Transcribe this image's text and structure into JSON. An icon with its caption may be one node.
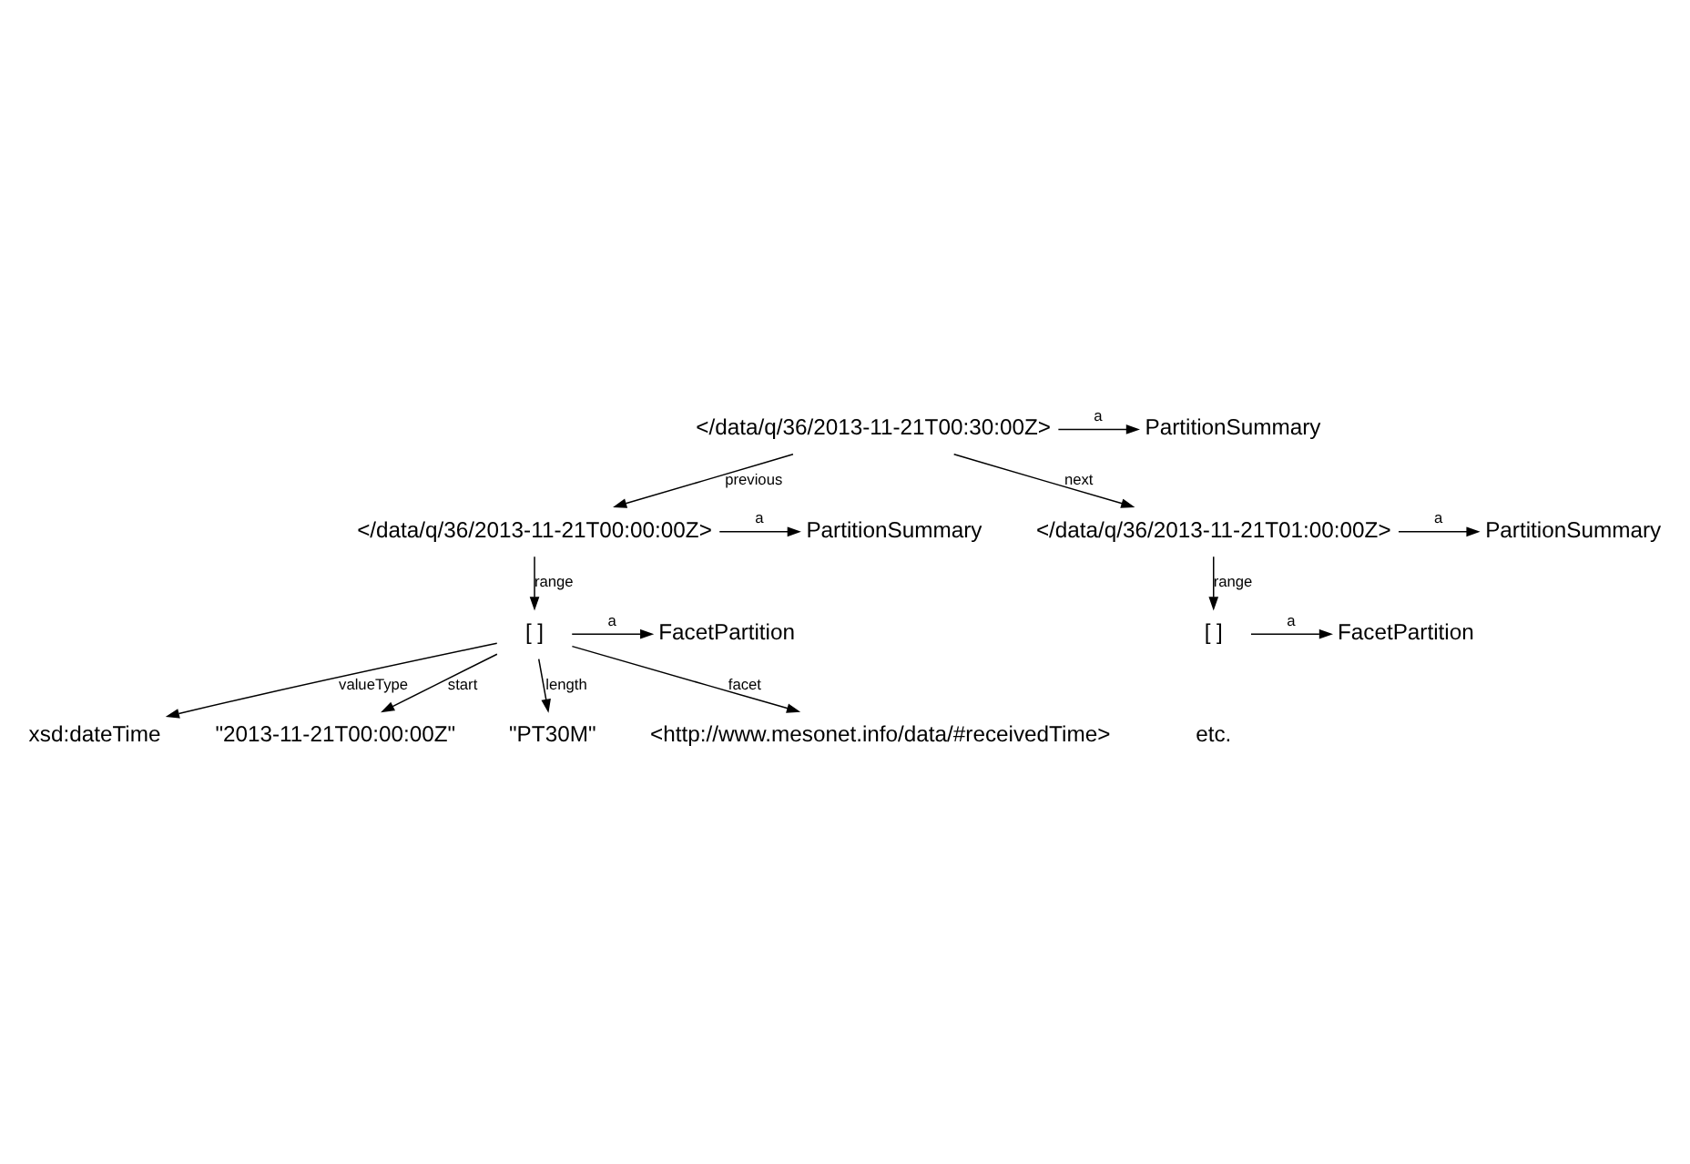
{
  "diagram": {
    "nodes": [
      {
        "text": [
          "</data/q/36/2013-11-21T00:30:00Z>"
        ]
      },
      {
        "text": [
          "PartitionSummary"
        ]
      },
      {
        "text": [
          "</data/q/36/2013-11-21T00:00:00Z>"
        ]
      },
      {
        "text": [
          "PartitionSummary"
        ]
      },
      {
        "text": [
          "[ ]"
        ]
      },
      {
        "text": [
          "FacetPartition"
        ]
      },
      {
        "text": [
          "xsd:dateTime"
        ]
      },
      {
        "text": [
          "\"2013-11-21T00:00:00Z\""
        ]
      },
      {
        "text": [
          "\"PT30M\""
        ]
      },
      {
        "text": [
          "<http://www.mesonet.info/data/#receivedTime>"
        ]
      },
      {
        "text": [
          "</data/q/36/2013-11-21T01:00:00Z>"
        ]
      },
      {
        "text": [
          "PartitionSummary"
        ]
      },
      {
        "text": [
          "[ ]"
        ]
      },
      {
        "text": [
          "FacetPartition"
        ]
      }
    ],
    "edges": [
      {
        "from": 0,
        "to": 1,
        "arrow": "to",
        "label": "a"
      },
      {
        "from": 0,
        "to": 2,
        "arrow": "to",
        "label": "previous"
      },
      {
        "from": 0,
        "to": 10,
        "arrow": "to",
        "label": "next"
      },
      {
        "from": 2,
        "to": 3,
        "arrow": "to",
        "label": "a"
      },
      {
        "from": 2,
        "to": 4,
        "arrow": "to",
        "label": "range"
      },
      {
        "from": 4,
        "to": 5,
        "arrow": "to",
        "label": "a"
      },
      {
        "from": 4,
        "to": 6,
        "arrow": "to",
        "label": "valueType"
      },
      {
        "from": 4,
        "to": 7,
        "arrow": "to",
        "label": "start"
      },
      {
        "from": 4,
        "to": 8,
        "arrow": "to",
        "label": "length"
      },
      {
        "from": 4,
        "to": 9,
        "arrow": "to",
        "label": "facet"
      },
      {
        "from": 10,
        "to": 11,
        "arrow": "to",
        "label": "a"
      },
      {
        "from": 10,
        "to": 12,
        "arrow": "to",
        "label": "range"
      },
      {
        "from": 12,
        "to": 13,
        "arrow": "to",
        "label": "a"
      }
    ],
    "labels": [
      "etc."
    ]
  }
}
